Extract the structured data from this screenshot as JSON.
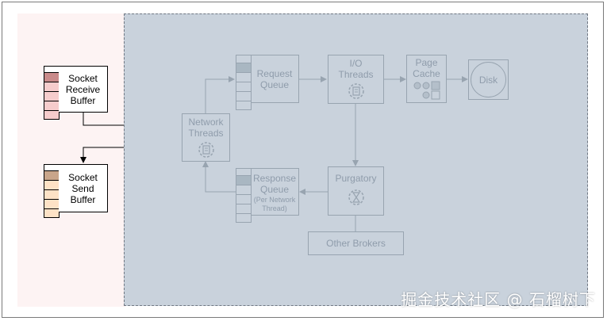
{
  "colors": {
    "overlay": "#c9d2dc",
    "overlay_border": "#6f7782",
    "pink_region": "#fdf3f3",
    "faded_stroke": "#98a4b0",
    "faded_text": "#8f9cab",
    "receive_dark": "#c98a8a",
    "receive_light": "#f6cccc",
    "send_dark": "#c9a58a",
    "send_light": "#fde2c6",
    "queue_fill": "#a9b7c2"
  },
  "socket_receive": {
    "line1": "Socket",
    "line2": "Receive",
    "line3": "Buffer"
  },
  "socket_send": {
    "line1": "Socket",
    "line2": "Send",
    "line3": "Buffer"
  },
  "network_threads": {
    "line1": "Network",
    "line2": "Threads",
    "icon": "gear-document-icon"
  },
  "request_queue": {
    "line1": "Request",
    "line2": "Queue"
  },
  "io_threads": {
    "line1": "I/O",
    "line2": "Threads",
    "icon": "gear-document-icon"
  },
  "page_cache": {
    "line1": "Page",
    "line2": "Cache"
  },
  "disk": {
    "label": "Disk"
  },
  "purgatory": {
    "label": "Purgatory",
    "icon": "hourglass-icon"
  },
  "response_queue": {
    "line1": "Response",
    "line2": "Queue",
    "line3": "(Per Network",
    "line4": "Thread)"
  },
  "other_brokers": {
    "label": "Other Brokers"
  },
  "watermark": {
    "text": "掘金技术社区 @ 石榴树下"
  }
}
